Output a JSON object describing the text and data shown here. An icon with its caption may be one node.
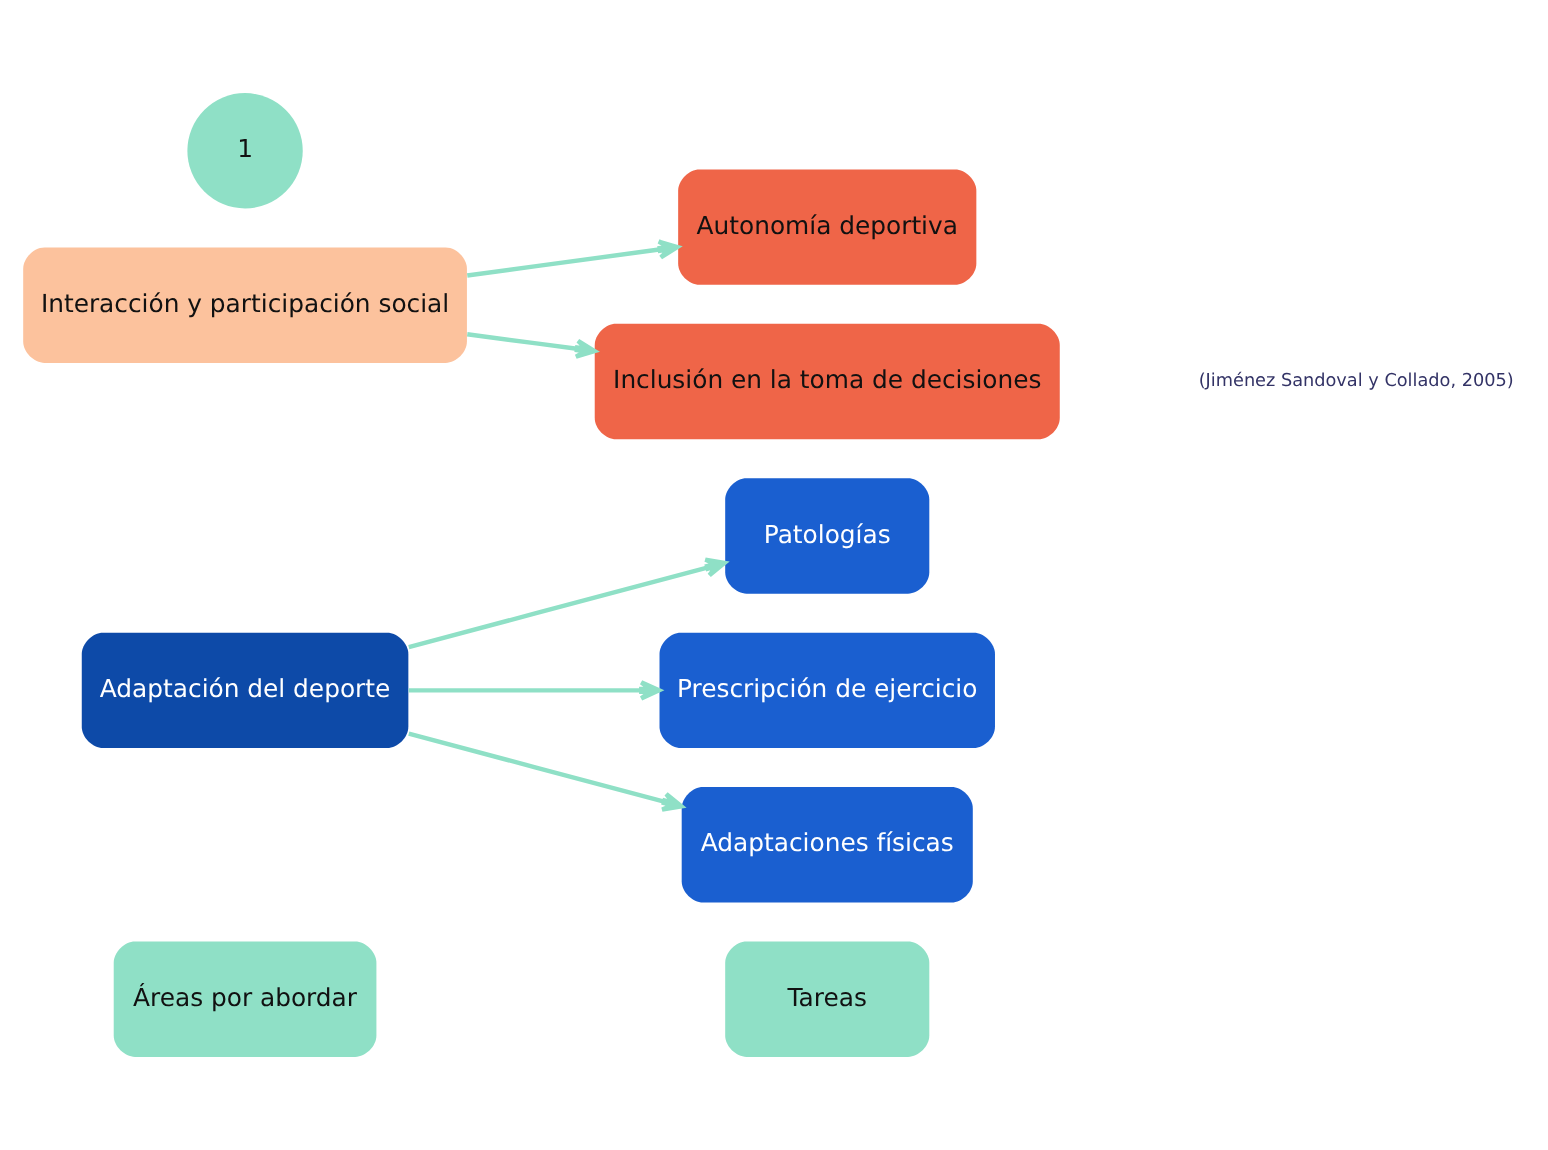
{
  "diagram": {
    "nodes": [
      {
        "text": [
          "Áreas por abordar"
        ]
      },
      {
        "text": [
          "Patologías"
        ]
      },
      {
        "text": [
          "Tareas"
        ]
      },
      {
        "text": [
          "Adaptación del deporte"
        ]
      },
      {
        "text": [
          "Prescripción de ejercicio"
        ]
      },
      {
        "text": [
          "Adaptaciones físicas"
        ]
      },
      {
        "text": [
          "Interacción y participación social"
        ]
      },
      {
        "text": [
          "Autonomía deportiva"
        ]
      },
      {
        "text": [
          "Inclusión en la toma de decisiones"
        ]
      },
      {
        "text": [
          "1"
        ]
      }
    ],
    "edges": [
      {
        "from": 3,
        "to": 1,
        "arrow": "to"
      },
      {
        "from": 3,
        "to": 4,
        "arrow": "to"
      },
      {
        "from": 3,
        "to": 5,
        "arrow": "to"
      },
      {
        "from": 6,
        "to": 7,
        "arrow": "to"
      },
      {
        "from": 6,
        "to": 8,
        "arrow": "to"
      }
    ],
    "labels": [
      "(Jiménez Sandoval y Collado, 2005)"
    ]
  }
}
